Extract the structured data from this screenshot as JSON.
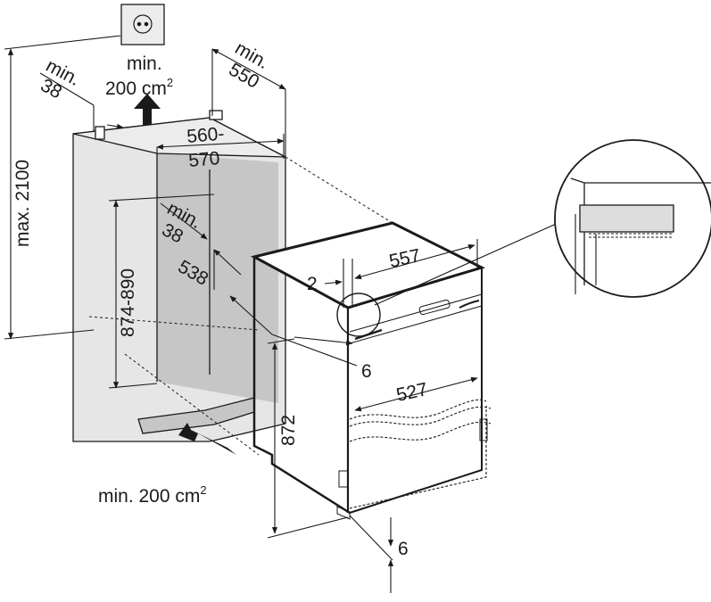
{
  "labels": {
    "top_vent_min": "min.",
    "top_vent_area": "200 cm",
    "top_vent_sup": "2",
    "bottom_vent": "min. 200 cm",
    "bottom_vent_sup": "2",
    "min38_top_a": "min.",
    "min38_top_b": "38",
    "min550_a": "min.",
    "min550_b": "550",
    "width_a": "560-",
    "width_b": "570",
    "max_height": "max. 2100",
    "niche_height": "874-890",
    "min38_side_a": "min.",
    "min38_side_b": "38",
    "depth_538": "538",
    "dim_2": "2",
    "dim_557": "557",
    "dim_6_mid": "6",
    "dim_527": "527",
    "dim_872": "872",
    "dim_6_bottom": "6"
  },
  "icons": [
    "power-socket-icon",
    "airflow-arrow-up-icon",
    "airflow-arrow-in-icon",
    "detail-magnifier-icon"
  ],
  "colors": {
    "line": "#1a1a1a",
    "niche_fill": "#e6e6e6",
    "niche_back": "#c4c4c4"
  }
}
